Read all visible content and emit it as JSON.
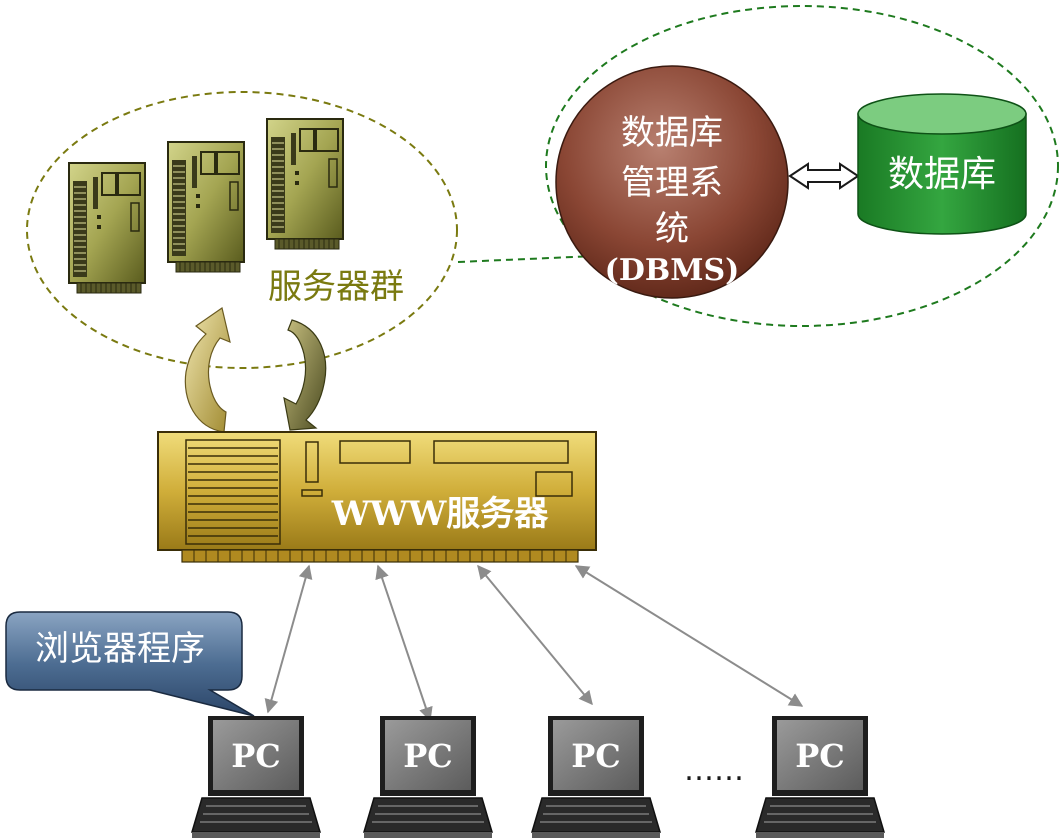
{
  "server_cluster": {
    "label": "服务器群"
  },
  "dbms": {
    "line1": "数据库",
    "line2": "管理系",
    "line3": "统",
    "line4": "(DBMS)"
  },
  "database": {
    "label": "数据库"
  },
  "www_server": {
    "label": "WWW服务器"
  },
  "callout": {
    "label": "浏览器程序"
  },
  "clients": [
    {
      "label": "PC"
    },
    {
      "label": "PC"
    },
    {
      "label": "PC"
    },
    {
      "label": "PC"
    }
  ],
  "ellipsis": "……",
  "colors": {
    "server_cluster_label": "#7a7a10",
    "dashed_olive": "#7a7a10",
    "dashed_green": "#1e7a1e",
    "dbms_fill": "#7a3a2a",
    "database_fill": "#2e9a3a",
    "www_fill": "#c8a530",
    "callout_fill": "#3f5f83",
    "link_gray": "#8c8c8c"
  }
}
